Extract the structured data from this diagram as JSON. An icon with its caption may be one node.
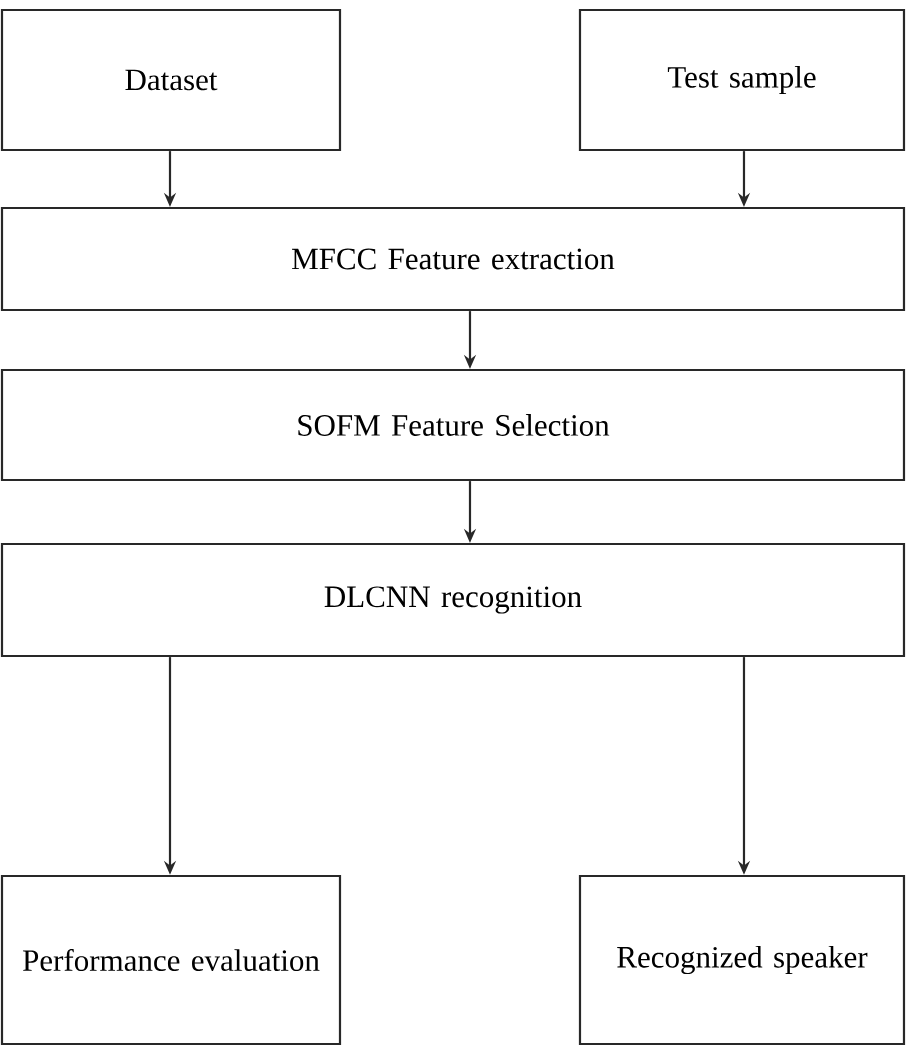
{
  "diagram": {
    "nodes": [
      {
        "text": [
          "Dataset"
        ]
      },
      {
        "text": [
          "Test sample"
        ]
      },
      {
        "text": [
          "MFCC Feature extraction"
        ]
      },
      {
        "text": [
          "SOFM Feature Selection"
        ]
      },
      {
        "text": [
          "DLCNN recognition"
        ]
      },
      {
        "text": [
          "Performance evaluation"
        ]
      },
      {
        "text": [
          "Recognized speaker"
        ]
      }
    ],
    "edges": [
      {
        "from": 0,
        "to": 2,
        "arrow": "to"
      },
      {
        "from": 1,
        "to": 2,
        "arrow": "to"
      },
      {
        "from": 2,
        "to": 3,
        "arrow": "to"
      },
      {
        "from": 3,
        "to": 4,
        "arrow": "to"
      },
      {
        "from": 4,
        "to": 5,
        "arrow": "to"
      },
      {
        "from": 4,
        "to": 6,
        "arrow": "to"
      }
    ]
  }
}
